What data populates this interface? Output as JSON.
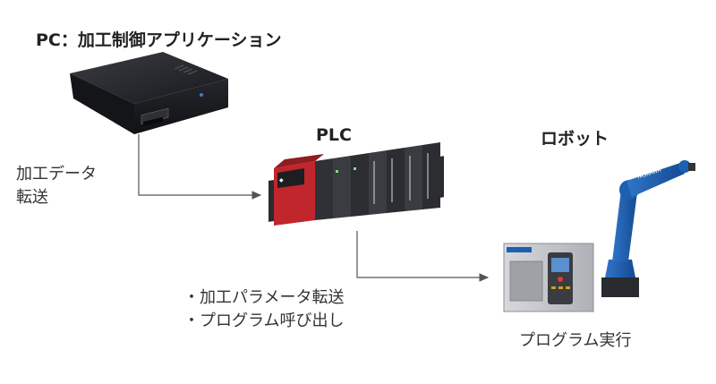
{
  "pc": {
    "title": "PC：加工制御アプリケーション"
  },
  "plc": {
    "title": "PLC"
  },
  "robot": {
    "title": "ロボット",
    "caption": "プログラム実行"
  },
  "flows": {
    "pc_to_plc": [
      "加工データ",
      "転送"
    ],
    "plc_to_robot": [
      "・加工パラメータ転送",
      "・プログラム呼び出し"
    ]
  },
  "colors": {
    "arrow": "#555555",
    "plc_red": "#c0262b",
    "robot_blue": "#1d5fb0",
    "chassis_dark": "#1c1d21",
    "controller_gray": "#c9cbcf"
  }
}
